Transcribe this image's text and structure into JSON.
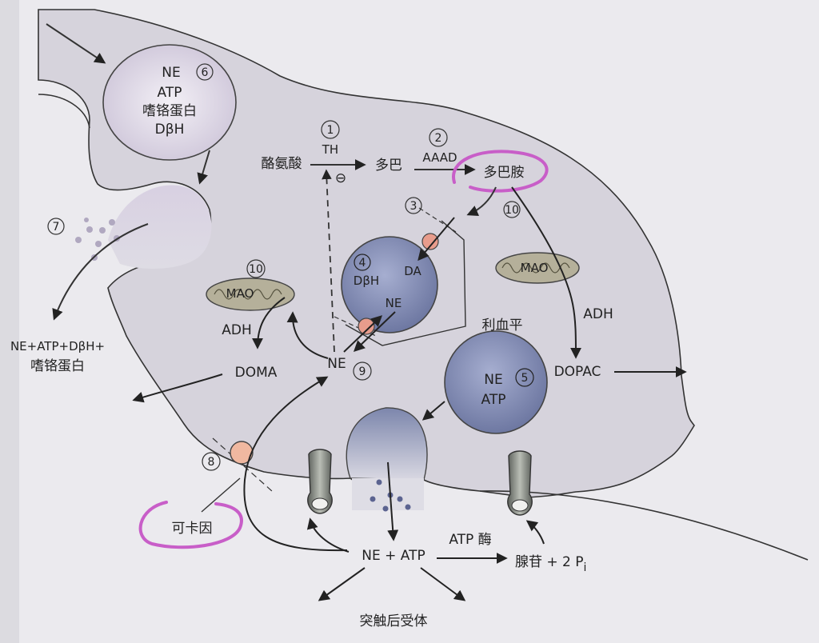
{
  "vesicle_top": {
    "ne": "NE",
    "atp": "ATP",
    "protein": "嗜铬蛋白",
    "dbh": "DβH",
    "num": "6"
  },
  "exo": {
    "num": "7",
    "line1": "NE+ATP+DβH+",
    "line2": "嗜铬蛋白"
  },
  "pathway": {
    "tyrosine": "酪氨酸",
    "th": "TH",
    "num1": "1",
    "minus": "⊖",
    "dopa": "多巴",
    "aaad": "AAAD",
    "num2": "2",
    "dopamine": "多巴胺",
    "num3": "3",
    "num10_right": "10"
  },
  "storage_vesicle": {
    "num": "4",
    "dbh": "DβH",
    "da": "DA",
    "ne": "NE"
  },
  "reserpine": "利血平",
  "mito_left": {
    "mao": "MAO",
    "num": "10",
    "adh": "ADH",
    "doma": "DOMA"
  },
  "mito_right": {
    "mao": "MAO",
    "adh": "ADH",
    "dopac": "DOPAC"
  },
  "cytosol_ne": {
    "ne": "NE",
    "num": "9"
  },
  "vesicle_right": {
    "ne": "NE",
    "atp": "ATP",
    "num": "5"
  },
  "uptake": {
    "num": "8",
    "cocaine": "可卡因"
  },
  "cleft": {
    "ne_atp": "NE + ATP",
    "atpase": "ATP 酶",
    "adenosine": "腺苷 + 2 P",
    "pi_sub": "i",
    "postsyn": "突触后受体"
  },
  "colors": {
    "highlight": "#c85ec8",
    "vesicle_blue": "#7c86ac",
    "transporter": "#e89c8c",
    "mito": "#b5b09a"
  }
}
